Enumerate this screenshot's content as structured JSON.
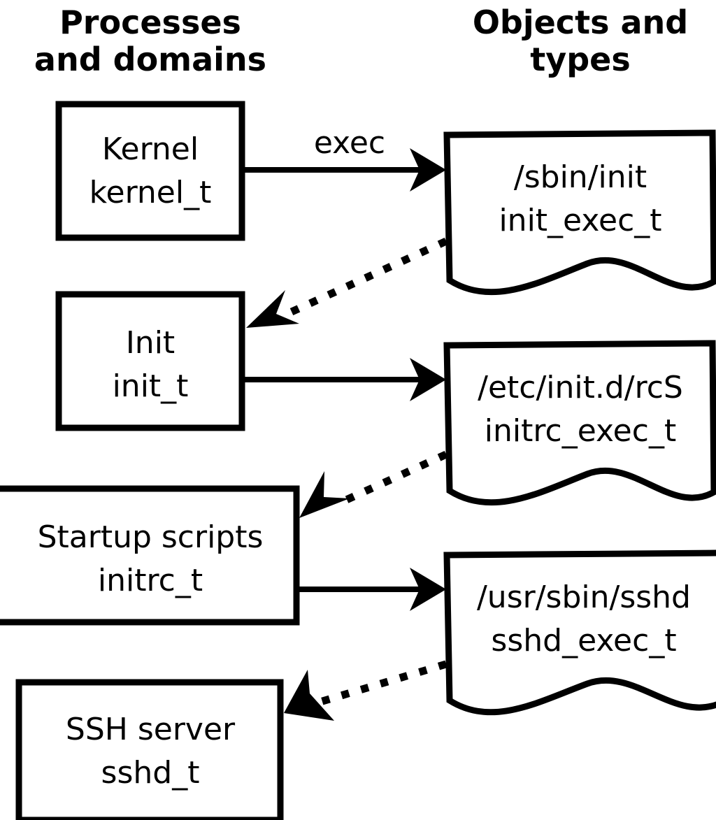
{
  "diagram": {
    "title_left": "Processes\nand domains",
    "columns": [
      {
        "id": "left",
        "line1": "Processes",
        "line2": "and domains"
      },
      {
        "id": "right",
        "line1": "Objects and",
        "line2": "types"
      }
    ],
    "processes": [
      {
        "id": "kernel",
        "line1": "Kernel",
        "line2": "kernel_t"
      },
      {
        "id": "init",
        "line1": "Init",
        "line2": "init_t"
      },
      {
        "id": "initrc",
        "line1": "Startup scripts",
        "line2": "initrc_t"
      },
      {
        "id": "sshd",
        "line1": "SSH server",
        "line2": "sshd_t"
      }
    ],
    "objects": [
      {
        "id": "init_exec",
        "line1": "/sbin/init",
        "line2": "init_exec_t"
      },
      {
        "id": "initrc_exec",
        "line1": "/etc/init.d/rcS",
        "line2": "initrc_exec_t"
      },
      {
        "id": "sshd_exec",
        "line1": "/usr/sbin/sshd",
        "line2": "sshd_exec_t"
      }
    ],
    "edges": [
      {
        "id": "kernel-execs-init",
        "from": "kernel",
        "to": "init_exec",
        "label": "exec",
        "style": "solid"
      },
      {
        "id": "init_exec-transition-init",
        "from": "init_exec",
        "to": "init",
        "label": "",
        "style": "dotted"
      },
      {
        "id": "init-execs-initrc",
        "from": "init",
        "to": "initrc_exec",
        "label": "",
        "style": "solid"
      },
      {
        "id": "initrc_exec-transition-initrc",
        "from": "initrc_exec",
        "to": "initrc",
        "label": "",
        "style": "dotted"
      },
      {
        "id": "initrc-execs-sshd",
        "from": "initrc",
        "to": "sshd_exec",
        "label": "",
        "style": "solid"
      },
      {
        "id": "sshd_exec-transition-sshd",
        "from": "sshd_exec",
        "to": "sshd",
        "label": "",
        "style": "dotted"
      }
    ],
    "colors": {
      "stroke": "#000000",
      "fill": "#ffffff",
      "text": "#000000"
    }
  }
}
